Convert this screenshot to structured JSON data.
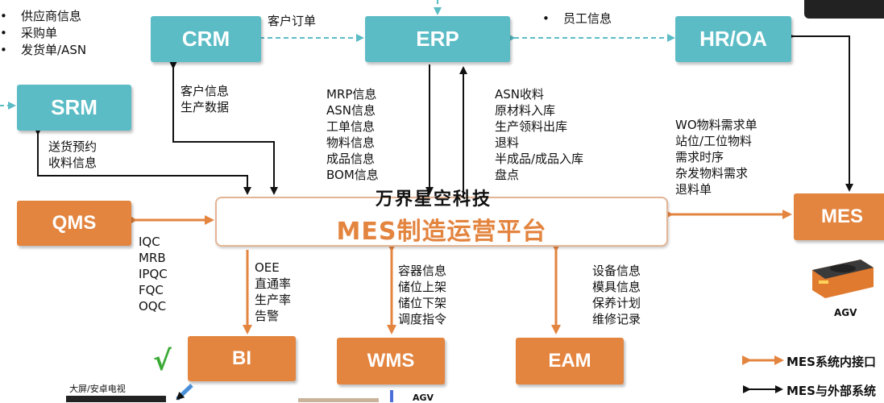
{
  "boxes": {
    "crm": "CRM",
    "erp": "ERP",
    "hroa": "HR/OA",
    "srm": "SRM",
    "qms": "QMS",
    "mes": "MES",
    "bi": "BI",
    "wms": "WMS",
    "eam": "EAM"
  },
  "platform": {
    "title": "MES制造运营平台",
    "watermark": "万界星空科技"
  },
  "bullets_topleft": [
    "供应商信息",
    "采购单",
    "发货单/ASN"
  ],
  "bullet_topright": "员工信息",
  "labels": {
    "crm_erp": "客户订单",
    "crm_down": "客户信息\n生产数据",
    "srm_down": "送货预约\n收料信息",
    "erp_left": "MRP信息\nASN信息\n工单信息\n物料信息\n成品信息\nBOM信息",
    "erp_right": "ASN收料\n原材料入库\n生产领料出库\n退料\n半成品/成品入库\n盘点",
    "mes_right": "WO物料需求单\n站位/工位物料\n需求时序\n杂发物料需求\n退料单",
    "qms": "IQC\nMRB\nIPQC\nFQC\nOQC",
    "bi": "OEE\n直通率\n生产率\n告警",
    "wms": "容器信息\n储位上架\n储位下架\n调度指令",
    "eam": "设备信息\n模具信息\n保养计划\n维修记录"
  },
  "agv_label": "AGV",
  "agv_bottom": "AGV",
  "screen_label": "大屏/安卓电视",
  "check_mark": "√",
  "legend": {
    "internal": "MES系统内接口",
    "external": "MES与外部系统"
  },
  "colors": {
    "teal": "#5bbcc5",
    "orange": "#e3843f",
    "internal_arrow": "#e3843f",
    "external_arrow": "#111111",
    "dashed_arrow": "#5bbcc5"
  }
}
